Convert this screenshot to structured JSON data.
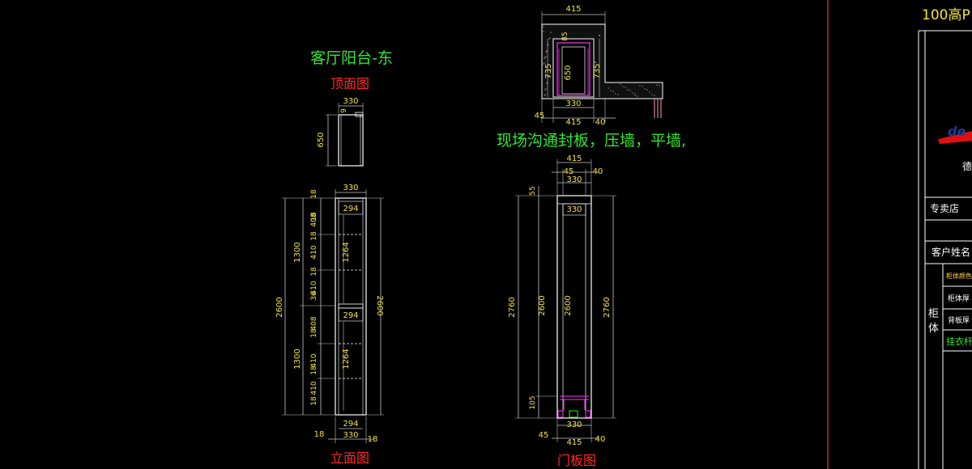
{
  "colors": {
    "background": "#000000",
    "line": "#ffffff",
    "dim_line": "#c8c8c8",
    "dim_text": "#f0e442",
    "title_green": "#33e633",
    "label_red": "#ff2a2a",
    "magenta": "#ff33ff",
    "pink": "#ff9eb5",
    "sidebar_text": "#ffffff",
    "sidebar_yellow": "#ffd34d",
    "logo_red": "#e01010",
    "logo_blue": "#1a3c9a"
  },
  "titles": {
    "main": "客厅阳台-东",
    "top_view": "顶面图",
    "elevation_view": "立面图",
    "door_view": "门板图",
    "note": "现场沟通封板，压墙，平墙,"
  },
  "top_view": {
    "width_dim": "330",
    "small_dim": "9",
    "depth_dim": "650"
  },
  "elevation": {
    "top_width": "330",
    "inner_top": "294",
    "inner_mid": "294",
    "inner_bottom": "294",
    "bottom_width": "330",
    "side_left": "18",
    "side_right": "18",
    "left_total": "2600",
    "left_upper": "1300",
    "left_lower": "1300",
    "right_total": "2600",
    "segs_left": [
      "18",
      "18",
      "408",
      "18",
      "410",
      "18",
      "410",
      "36",
      "408",
      "18",
      "410",
      "18",
      "410",
      "18"
    ],
    "inner_upper": "1264",
    "inner_lower": "1264"
  },
  "plan_view": {
    "top_width": "415",
    "d85": "85",
    "h735_left": "735",
    "h650": "650",
    "h735_right": "735",
    "bottom_330": "330",
    "bottom_45": "45",
    "bottom_415": "415",
    "bottom_40": "40"
  },
  "door_view": {
    "top_415": "415",
    "top_45": "45",
    "top_40": "40",
    "top_330": "330",
    "inner_330": "330",
    "d55": "55",
    "left_2760": "2760",
    "mid_2600_a": "2600",
    "mid_2600_b": "2600",
    "right_2760": "2760",
    "d105": "105",
    "bottom_330": "330",
    "bottom_45": "45",
    "bottom_415": "415",
    "bottom_40": "40"
  },
  "sidebar": {
    "title": "100高P",
    "logo_text": "de",
    "logo_sub": "德",
    "store_label": "专卖店",
    "customer_label": "客户姓名",
    "cabinet_label_1": "柜",
    "cabinet_label_2": "体",
    "row_color": "柜体颜色",
    "row_thickness": "柜体厚",
    "row_back": "背板厚",
    "row_hanger": "挂衣杆"
  }
}
